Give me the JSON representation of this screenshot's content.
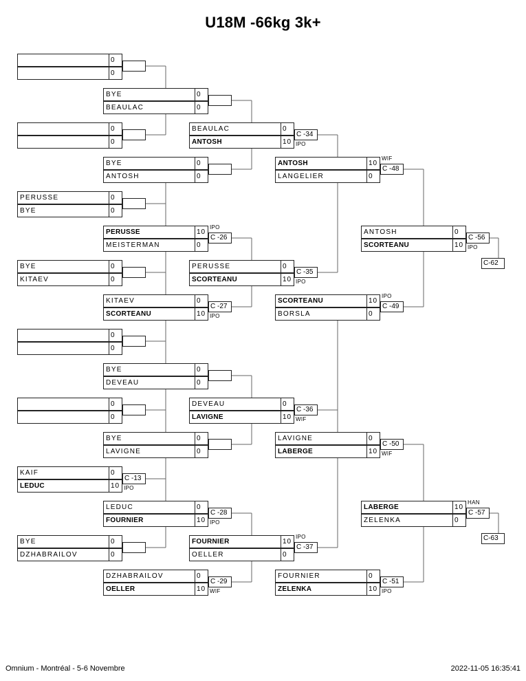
{
  "title": "U18M -66kg 3k+",
  "footer": {
    "event": "Omnium - Montréal - 5-6 Novembre",
    "timestamp": "2022-11-05 16:35:41"
  },
  "bracket": {
    "round1": [
      {
        "id": "r1m1",
        "top": {
          "name": "",
          "score": "0",
          "winner": false
        },
        "bottom": {
          "name": "",
          "score": "0",
          "winner": false
        },
        "label": "",
        "result": ""
      },
      {
        "id": "r1m2",
        "top": {
          "name": "",
          "score": "0",
          "winner": false
        },
        "bottom": {
          "name": "",
          "score": "0",
          "winner": false
        },
        "label": "",
        "result": ""
      },
      {
        "id": "r1m3",
        "top": {
          "name": "PERUSSE",
          "score": "0",
          "winner": false
        },
        "bottom": {
          "name": "BYE",
          "score": "0",
          "winner": false
        },
        "label": "",
        "result": ""
      },
      {
        "id": "r1m4",
        "top": {
          "name": "BYE",
          "score": "0",
          "winner": false
        },
        "bottom": {
          "name": "KITAEV",
          "score": "0",
          "winner": false
        },
        "label": "",
        "result": ""
      },
      {
        "id": "r1m5",
        "top": {
          "name": "",
          "score": "0",
          "winner": false
        },
        "bottom": {
          "name": "",
          "score": "0",
          "winner": false
        },
        "label": "",
        "result": ""
      },
      {
        "id": "r1m6",
        "top": {
          "name": "",
          "score": "0",
          "winner": false
        },
        "bottom": {
          "name": "",
          "score": "0",
          "winner": false
        },
        "label": "",
        "result": ""
      },
      {
        "id": "r1m7",
        "top": {
          "name": "KAIF",
          "score": "0",
          "winner": false
        },
        "bottom": {
          "name": "LEDUC",
          "score": "10",
          "winner": true
        },
        "label": "C -13",
        "result": "IPO",
        "result_pos": "bottom"
      },
      {
        "id": "r1m8",
        "top": {
          "name": "BYE",
          "score": "0",
          "winner": false
        },
        "bottom": {
          "name": "DZHABRAILOV",
          "score": "0",
          "winner": false
        },
        "label": "",
        "result": ""
      }
    ],
    "round2": [
      {
        "id": "r2m1",
        "top": {
          "name": "BYE",
          "score": "0",
          "winner": false
        },
        "bottom": {
          "name": "BEAULAC",
          "score": "0",
          "winner": false
        },
        "label": "",
        "result": ""
      },
      {
        "id": "r2m2",
        "top": {
          "name": "BYE",
          "score": "0",
          "winner": false
        },
        "bottom": {
          "name": "ANTOSH",
          "score": "0",
          "winner": false
        },
        "label": "",
        "result": ""
      },
      {
        "id": "r2m3",
        "top": {
          "name": "PERUSSE",
          "score": "10",
          "winner": true
        },
        "bottom": {
          "name": "MEISTERMAN",
          "score": "0",
          "winner": false
        },
        "label": "C -26",
        "result": "IPO",
        "result_pos": "top"
      },
      {
        "id": "r2m4",
        "top": {
          "name": "KITAEV",
          "score": "0",
          "winner": false
        },
        "bottom": {
          "name": "SCORTEANU",
          "score": "10",
          "winner": true
        },
        "label": "C -27",
        "result": "IPO",
        "result_pos": "bottom"
      },
      {
        "id": "r2m5",
        "top": {
          "name": "BYE",
          "score": "0",
          "winner": false
        },
        "bottom": {
          "name": "DEVEAU",
          "score": "0",
          "winner": false
        },
        "label": "",
        "result": ""
      },
      {
        "id": "r2m6",
        "top": {
          "name": "BYE",
          "score": "0",
          "winner": false
        },
        "bottom": {
          "name": "LAVIGNE",
          "score": "0",
          "winner": false
        },
        "label": "",
        "result": ""
      },
      {
        "id": "r2m7",
        "top": {
          "name": "LEDUC",
          "score": "0",
          "winner": false
        },
        "bottom": {
          "name": "FOURNIER",
          "score": "10",
          "winner": true
        },
        "label": "C -28",
        "result": "IPO",
        "result_pos": "bottom"
      },
      {
        "id": "r2m8",
        "top": {
          "name": "DZHABRAILOV",
          "score": "0",
          "winner": false
        },
        "bottom": {
          "name": "OELLER",
          "score": "10",
          "winner": true
        },
        "label": "C -29",
        "result": "WIF",
        "result_pos": "bottom"
      }
    ],
    "round3": [
      {
        "id": "r3m1",
        "top": {
          "name": "BEAULAC",
          "score": "0",
          "winner": false
        },
        "bottom": {
          "name": "ANTOSH",
          "score": "10",
          "winner": true
        },
        "label": "C -34",
        "result": "IPO",
        "result_pos": "bottom"
      },
      {
        "id": "r3m2",
        "top": {
          "name": "PERUSSE",
          "score": "0",
          "winner": false
        },
        "bottom": {
          "name": "SCORTEANU",
          "score": "10",
          "winner": true
        },
        "label": "C -35",
        "result": "IPO",
        "result_pos": "bottom"
      },
      {
        "id": "r3m3",
        "top": {
          "name": "DEVEAU",
          "score": "0",
          "winner": false
        },
        "bottom": {
          "name": "LAVIGNE",
          "score": "10",
          "winner": true
        },
        "label": "C -36",
        "result": "WIF",
        "result_pos": "bottom"
      },
      {
        "id": "r3m4",
        "top": {
          "name": "FOURNIER",
          "score": "10",
          "winner": true
        },
        "bottom": {
          "name": "OELLER",
          "score": "0",
          "winner": false
        },
        "label": "C -37",
        "result": "IPO",
        "result_pos": "top"
      }
    ],
    "round4": [
      {
        "id": "r4m1",
        "top": {
          "name": "ANTOSH",
          "score": "10",
          "winner": true
        },
        "bottom": {
          "name": "LANGELIER",
          "score": "0",
          "winner": false
        },
        "label": "C -48",
        "result": "WIF",
        "result_pos": "top"
      },
      {
        "id": "r4m2",
        "top": {
          "name": "SCORTEANU",
          "score": "10",
          "winner": true
        },
        "bottom": {
          "name": "BORSLA",
          "score": "0",
          "winner": false
        },
        "label": "C -49",
        "result": "IPO",
        "result_pos": "top"
      },
      {
        "id": "r4m3",
        "top": {
          "name": "LAVIGNE",
          "score": "0",
          "winner": false
        },
        "bottom": {
          "name": "LABERGE",
          "score": "10",
          "winner": true
        },
        "label": "C -50",
        "result": "WIF",
        "result_pos": "bottom"
      },
      {
        "id": "r4m4",
        "top": {
          "name": "FOURNIER",
          "score": "0",
          "winner": false
        },
        "bottom": {
          "name": "ZELENKA",
          "score": "10",
          "winner": true
        },
        "label": "C -51",
        "result": "IPO",
        "result_pos": "bottom"
      }
    ],
    "round5": [
      {
        "id": "r5m1",
        "top": {
          "name": "ANTOSH",
          "score": "0",
          "winner": false
        },
        "bottom": {
          "name": "SCORTEANU",
          "score": "10",
          "winner": true
        },
        "label": "C -56",
        "result": "IPO",
        "result_pos": "bottom",
        "next": "C-62"
      },
      {
        "id": "r5m2",
        "top": {
          "name": "LABERGE",
          "score": "10",
          "winner": true
        },
        "bottom": {
          "name": "ZELENKA",
          "score": "0",
          "winner": false
        },
        "label": "C -57",
        "result": "HAN",
        "result_pos": "top",
        "next": "C-63"
      }
    ]
  }
}
